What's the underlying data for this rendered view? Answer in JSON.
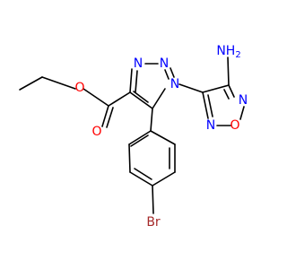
{
  "diagram": {
    "type": "chemical-structure",
    "colors": {
      "carbon_bond": "#000000",
      "nitrogen": "#0000ff",
      "oxygen": "#ff0000",
      "bromine": "#a52a2a"
    },
    "labels": {
      "n_triazole_top_left": "N",
      "n_triazole_top_right": "N",
      "n_triazole_1": "N",
      "o_ester_ether": "O",
      "o_carbonyl": "O",
      "nh2_text": "NH",
      "nh2_subscript": "2",
      "n_oxadiazole_right": "N",
      "o_oxadiazole": "O",
      "n_oxadiazole_left": "N",
      "br": "Br"
    }
  }
}
